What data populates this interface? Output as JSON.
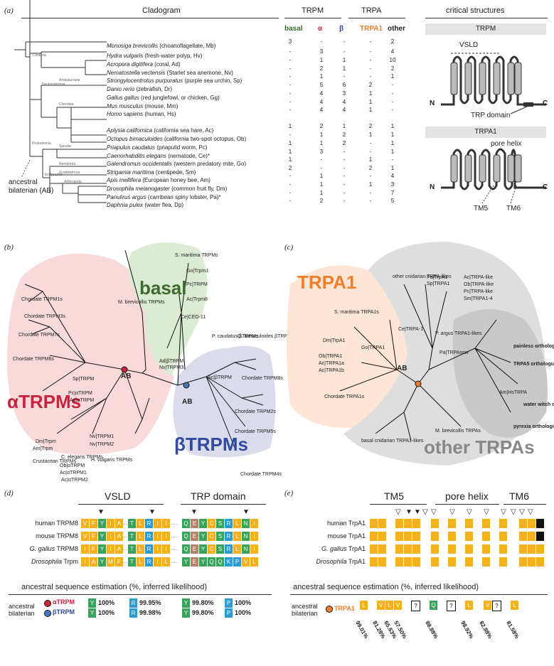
{
  "panel_a": {
    "letter": "(a)",
    "header_cladogram": "Cladogram",
    "header_trpm": "TRPM",
    "header_trpa": "TRPA",
    "header_critical": "critical structures",
    "col_basal": "basal",
    "col_alpha": "α",
    "col_beta": "β",
    "col_trpa1": "TRPA1",
    "col_other": "other",
    "node_labels": [
      "Cnidaria",
      "Deuterostomia",
      "Ambulacraria",
      "Chordata",
      "Protostomia",
      "Spiralia",
      "Ecdysozoa",
      "Nematoda",
      "Scalidophora",
      "Arthropoda"
    ],
    "ancestral_label_1": "ancestral",
    "ancestral_label_2": "bilaterian (AB)",
    "species": [
      {
        "sci": "Monosiga brevicollis",
        "common": "(choanoflagellate, Mb)",
        "basal": "3",
        "alpha": "-",
        "beta": "-",
        "trpa1": "-",
        "other": "2"
      },
      {
        "sci": "Hydra vulgaris",
        "common": "(fresh-water polyp, Hv)",
        "basal": "-",
        "alpha": "3",
        "beta": "-",
        "trpa1": "-",
        "other": "4"
      },
      {
        "sci": "Acropora digitifera",
        "common": "(coral, Ad)",
        "basal": "-",
        "alpha": "1",
        "beta": "1",
        "trpa1": "-",
        "other": "10"
      },
      {
        "sci": "Nematostella vectensis",
        "common": "(Starlet sea anemone, Nv)",
        "basal": "-",
        "alpha": "2",
        "beta": "1",
        "trpa1": "-",
        "other": "2"
      },
      {
        "sci": "Strongylocentrotus purpuratus",
        "common": "(purple sea urchin, Sp)",
        "basal": "-",
        "alpha": "1",
        "beta": "-",
        "trpa1": "-",
        "other": "1"
      },
      {
        "sci": "Danio rerio",
        "common": "(zebrafish, Dr)",
        "basal": "-",
        "alpha": "5",
        "beta": "6",
        "trpa1": "2",
        "other": "-"
      },
      {
        "sci": "Gallus gallus",
        "common": "(red junglefowl, or chicken, Gg)",
        "basal": "-",
        "alpha": "4",
        "beta": "3",
        "trpa1": "1",
        "other": "-"
      },
      {
        "sci": "Mus musculus",
        "common": "(mouse, Mm)",
        "basal": "-",
        "alpha": "4",
        "beta": "4",
        "trpa1": "1",
        "other": "-"
      },
      {
        "sci": "Homo sapiens",
        "common": "(human, Hs)",
        "basal": "-",
        "alpha": "4",
        "beta": "4",
        "trpa1": "1",
        "other": "-"
      },
      {
        "sci": "Aplysia californica",
        "common": "(california sea hare, Ac)",
        "basal": "1",
        "alpha": "2",
        "beta": "1",
        "trpa1": "2",
        "other": "1"
      },
      {
        "sci": "Octopus bimaculoides",
        "common": "(california two-spot octopus, Ob)",
        "basal": "-",
        "alpha": "1",
        "beta": "2",
        "trpa1": "1",
        "other": "1"
      },
      {
        "sci": "Priapulus caudatus",
        "common": "(priapulid worm, Pc)",
        "basal": "1",
        "alpha": "1",
        "beta": "2",
        "trpa1": "-",
        "other": "1"
      },
      {
        "sci": "Caenorhabditis elegans",
        "common": "(nematode, Ce)*",
        "basal": "1",
        "alpha": "3",
        "beta": "-",
        "trpa1": "-",
        "other": "1"
      },
      {
        "sci": "Galendromus occidentalis",
        "common": "(western predatory mite, Go)",
        "basal": "1",
        "alpha": "-",
        "beta": "-",
        "trpa1": "1",
        "other": "-"
      },
      {
        "sci": "Strigamia maritima",
        "common": "(centipede, Sm)",
        "basal": "2",
        "alpha": "-",
        "beta": "-",
        "trpa1": "2",
        "other": "1"
      },
      {
        "sci": "Apis mellifera",
        "common": "(European honey bee, Am)",
        "basal": "-",
        "alpha": "1",
        "beta": "-",
        "trpa1": "-",
        "other": "4"
      },
      {
        "sci": "Drosophila melanogaster",
        "common": "(common fruit fly, Dm)",
        "basal": "-",
        "alpha": "1",
        "beta": "-",
        "trpa1": "1",
        "other": "3"
      },
      {
        "sci": "Panulirus argus",
        "common": "(carribean spiny lobster, Pa)*",
        "basal": "-",
        "alpha": "1",
        "beta": "-",
        "trpa1": "-",
        "other": "7"
      },
      {
        "sci": "Daphnia pulex",
        "common": "(water flea, Dp)",
        "basal": "-",
        "alpha": "2",
        "beta": "-",
        "trpa1": "-",
        "other": "5"
      }
    ],
    "trpm_box": "TRPM",
    "trpa1_box": "TRPA1",
    "vsld": "VSLD",
    "trp_domain": "TRP domain",
    "pore_helix": "pore helix",
    "tm5": "TM5",
    "tm6": "TM6",
    "n": "N",
    "c": "C"
  },
  "panel_b": {
    "letter": "(b)",
    "basal": "basal",
    "alpha": "αTRPMs",
    "beta": "βTRPMs",
    "ab": "AB",
    "labels": [
      "Chordate TRPM1s",
      "Chordate TRPM3s",
      "Chordate TRPM7s",
      "Chordate TRPM6s",
      "Sp|TRPM",
      "Pc|αTRPM",
      "Dm|Trpm",
      "Am|Trpm",
      "Crustacean TRPMs",
      "C. elegans TRPMs",
      "Ob|αTRPM",
      "Ac|αTRPM1",
      "Ac|αTRPM2",
      "Ad|αTRPM",
      "Nv|TRPM1",
      "Nv|TRPM2",
      "H. vulgaris TRPMs",
      "M. brevicollis TRPMs",
      "S. maritima TRPMs",
      "Go|Trpm1",
      "Pc|TRPM",
      "Ac|Trpm8",
      "Ce|CED-11",
      "P. caudatus βTRPMs",
      "O. bimaculoides βTRPMs",
      "Ad|βTRPM",
      "Nv|TRPM3",
      "Ac|βTRPM",
      "Chordate TRPM8s",
      "Chordate TRPM2s",
      "Chordate TRPM5s",
      "Chordate TRPM4s"
    ]
  },
  "panel_c": {
    "letter": "(c)",
    "trpa1": "TRPA1",
    "other": "other TRPAs",
    "ab": "AB",
    "labels": [
      "S. maritima TRPA1s",
      "Dm|TrpA1",
      "Go|TRPA1",
      "Ob|TRPA1",
      "Ac|TRPA1a",
      "Ac|TRPA1b",
      "Chordate TRPA1s",
      "other cnidarian TRPA-likes",
      "Pa|TrpA1",
      "Sp|TRPA1",
      "Ac|TRPA-like",
      "Ob|TRPA-like",
      "Pc|TRPA-like",
      "Sm|TRPA1-4",
      "Ce|TRPA-1",
      "P. argus TRPA1-likes",
      "Pa|TRPAnsw",
      "painless orthologues",
      "TRPA5 orthologues",
      "Am|HsTRPA",
      "water witch orthologues",
      "pyrexia orthologues",
      "M. brevicollis TRPAs",
      "basal cnidarian TRPA1-likes"
    ]
  },
  "panel_d": {
    "letter": "(d)",
    "vsld": "VSLD",
    "trp_domain": "TRP  domain",
    "rows": [
      {
        "name": "human TRPM8",
        "italic": "",
        "seq1": "VFYIA",
        "seq2": "TLRII",
        "seq3": "QEYCSRLNI"
      },
      {
        "name": "mouse TRPM8",
        "italic": "",
        "seq1": "VFYIA",
        "seq2": "TLRII",
        "seq3": "QEYCSRLNI"
      },
      {
        "name": " TRPM8",
        "italic": "G. gallus",
        "seq1": "IFYIA",
        "seq2": "TLRII",
        "seq3": "QEYCSRLNI"
      },
      {
        "name": " Trpm",
        "italic": "Drosophila",
        "seq1": "IAYMF",
        "seq2": "TLRIL",
        "seq3": "YEYQQKPVL"
      }
    ],
    "estimation": "ancestral sequence estimation (%, inferred likelihood)",
    "ancestral": "ancestral",
    "bilaterian": "bilaterian",
    "alpha_label": "αTRPM",
    "beta_label": "βTRPM",
    "est": [
      {
        "aa1": "Y",
        "p1": "100%",
        "aa2": "R",
        "p2": "99.95%",
        "aa3": "Y",
        "p3": "99.80%",
        "aa4": "P",
        "p4": "100%"
      },
      {
        "aa1": "Y",
        "p1": "100%",
        "aa2": "R",
        "p2": "99.98%",
        "aa3": "Y",
        "p3": "99.80%",
        "aa4": "P",
        "p4": "100%"
      }
    ]
  },
  "panel_e": {
    "letter": "(e)",
    "tm5": "TM5",
    "pore_helix": "pore helix",
    "tm6": "TM6",
    "rows": [
      {
        "name": "human TrpA1",
        "italic": ""
      },
      {
        "name": "mouse TrpA1",
        "italic": ""
      },
      {
        "name": " TrpA1",
        "italic": "G. gallus"
      },
      {
        "name": " TrpA1",
        "italic": "Drosophila"
      }
    ],
    "estimation": "ancestral sequence estimation (%, inferred likelihood)",
    "ancestral": "ancestral",
    "bilaterian": "bilaterian",
    "trpa1_label": "TRPA1",
    "est_aa": [
      "L",
      "V",
      "L",
      "V",
      "?",
      "Q",
      "?",
      "L",
      "V",
      "?",
      "L"
    ],
    "percents": [
      "99.01%",
      "81.28%",
      "65.63%",
      "57.50%",
      "88.88%",
      "98.92%",
      "82.88%",
      "81.58%"
    ]
  },
  "colors": {
    "basal": "#3d6b2e",
    "alpha": "#c8243c",
    "beta": "#2f4aa0",
    "trpa1": "#f07f2d",
    "yellow": "#f4b01e",
    "green": "#3aa35b",
    "blue": "#2b9bd1",
    "brown": "#b5836b",
    "black": "#111111"
  }
}
